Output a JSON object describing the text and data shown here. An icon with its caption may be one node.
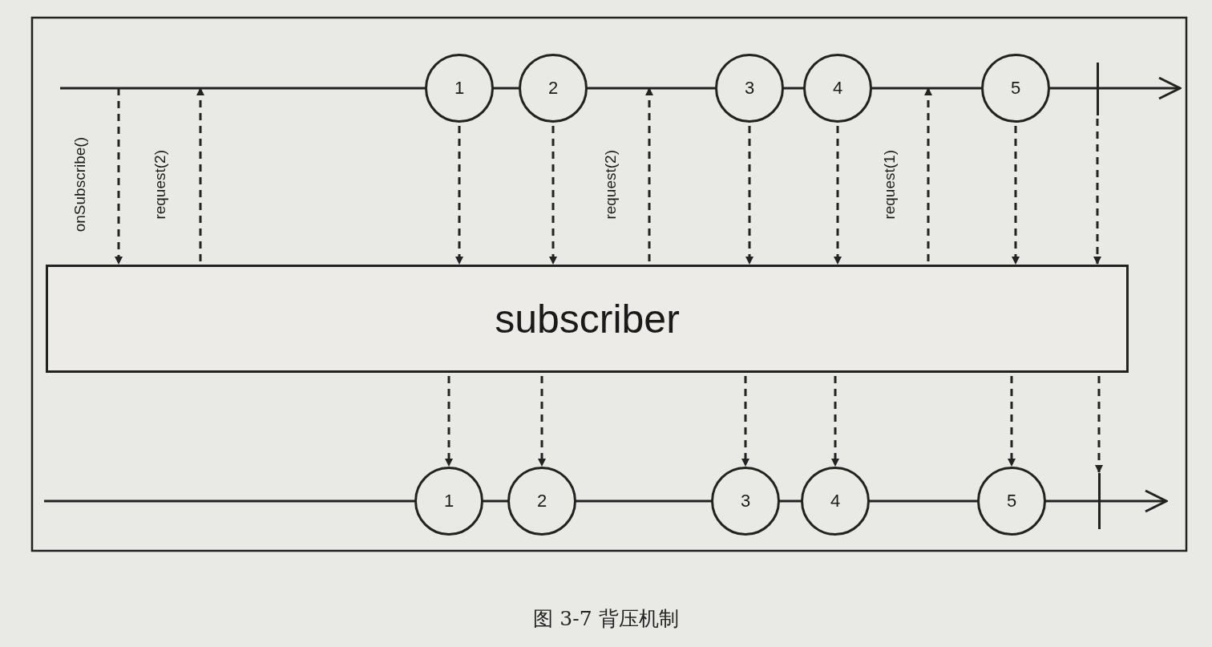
{
  "diagram": {
    "caption": "图 3-7 背压机制",
    "nodes": [
      {
        "text": [
          "subscriber"
        ]
      },
      {
        "text": [
          "1"
        ]
      },
      {
        "text": [
          "2"
        ]
      },
      {
        "text": [
          "3"
        ]
      },
      {
        "text": [
          "4"
        ]
      },
      {
        "text": [
          "5"
        ]
      },
      {
        "text": [],
        "shape": "bar"
      },
      {
        "text": [
          "1"
        ]
      },
      {
        "text": [
          "2"
        ]
      },
      {
        "text": [
          "3"
        ]
      },
      {
        "text": [
          "4"
        ]
      },
      {
        "text": [
          "5"
        ]
      },
      {
        "text": [],
        "shape": "bar"
      }
    ],
    "edges": [
      {
        "from": null,
        "to": 0,
        "arrow": "to",
        "label": "onSubscribe()",
        "style": "dashed"
      },
      {
        "from": 0,
        "to": null,
        "arrow": "to",
        "label": "request(2)",
        "style": "dashed"
      },
      {
        "from": 1,
        "to": 0,
        "arrow": "to",
        "style": "dashed"
      },
      {
        "from": 2,
        "to": 0,
        "arrow": "to",
        "style": "dashed"
      },
      {
        "from": 0,
        "to": null,
        "arrow": "to",
        "label": "request(2)",
        "style": "dashed"
      },
      {
        "from": 3,
        "to": 0,
        "arrow": "to",
        "style": "dashed"
      },
      {
        "from": 4,
        "to": 0,
        "arrow": "to",
        "style": "dashed"
      },
      {
        "from": 0,
        "to": null,
        "arrow": "to",
        "label": "request(1)",
        "style": "dashed"
      },
      {
        "from": 5,
        "to": 0,
        "arrow": "to",
        "style": "dashed"
      },
      {
        "from": 6,
        "to": 0,
        "arrow": "to",
        "style": "dashed"
      },
      {
        "from": 0,
        "to": 7,
        "arrow": "to",
        "style": "dashed"
      },
      {
        "from": 0,
        "to": 8,
        "arrow": "to",
        "style": "dashed"
      },
      {
        "from": 0,
        "to": 9,
        "arrow": "to",
        "style": "dashed"
      },
      {
        "from": 0,
        "to": 10,
        "arrow": "to",
        "style": "dashed"
      },
      {
        "from": 0,
        "to": 11,
        "arrow": "to",
        "style": "dashed"
      },
      {
        "from": 0,
        "to": 12,
        "arrow": "to",
        "style": "dashed"
      }
    ]
  }
}
